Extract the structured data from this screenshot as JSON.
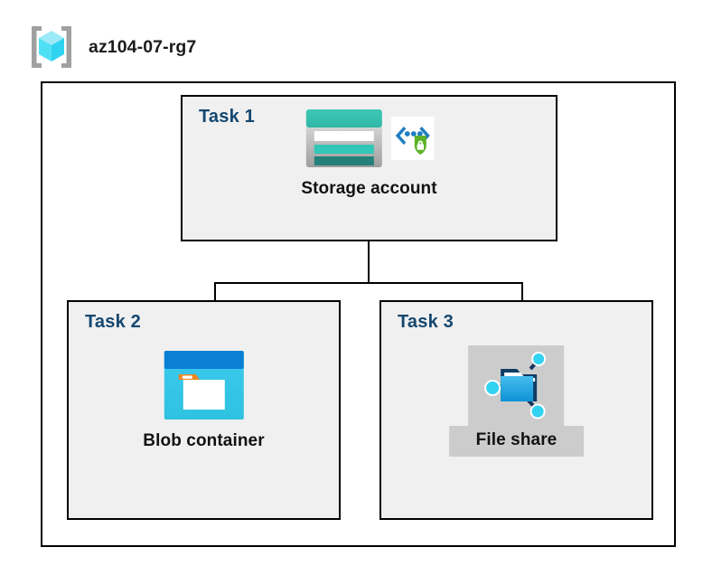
{
  "header": {
    "icon": "resource-group-icon",
    "title": "az104-07-rg7"
  },
  "diagram": {
    "container_label": "resource-group-container",
    "tasks": [
      {
        "id": "task-1",
        "label": "Task 1",
        "node": {
          "caption": "Storage account",
          "icons": [
            "storage-account-icon",
            "secure-endpoint-shield-icon"
          ],
          "highlighted": false
        }
      },
      {
        "id": "task-2",
        "label": "Task 2",
        "node": {
          "caption": "Blob container",
          "icons": [
            "blob-container-icon"
          ],
          "highlighted": false
        }
      },
      {
        "id": "task-3",
        "label": "Task 3",
        "node": {
          "caption": "File share",
          "icons": [
            "file-share-icon"
          ],
          "highlighted": true
        }
      }
    ],
    "connectors": [
      {
        "name": "storage-to-bus"
      },
      {
        "name": "bus-horizontal"
      },
      {
        "name": "bus-to-blob-container"
      },
      {
        "name": "bus-to-file-share"
      }
    ]
  },
  "colors": {
    "task_label": "#14476f",
    "box_fill": "#f0f0f0",
    "box_border": "#000000",
    "page_background": "#ffffff",
    "highlight": "#cccccc",
    "storage_teal": "#32bcad",
    "storage_teal_dark": "#227d72",
    "blob_blue": "#0078d4",
    "blob_cyan": "#32cdea",
    "blob_orange": "#f7941e",
    "fileshare_blue": "#32b0e7",
    "fileshare_node": "#32d2f2",
    "shield_green": "#5cb226",
    "rg_cube_cyan": "#9ceaf7",
    "rg_bracket_gray": "#a0a0a0"
  }
}
